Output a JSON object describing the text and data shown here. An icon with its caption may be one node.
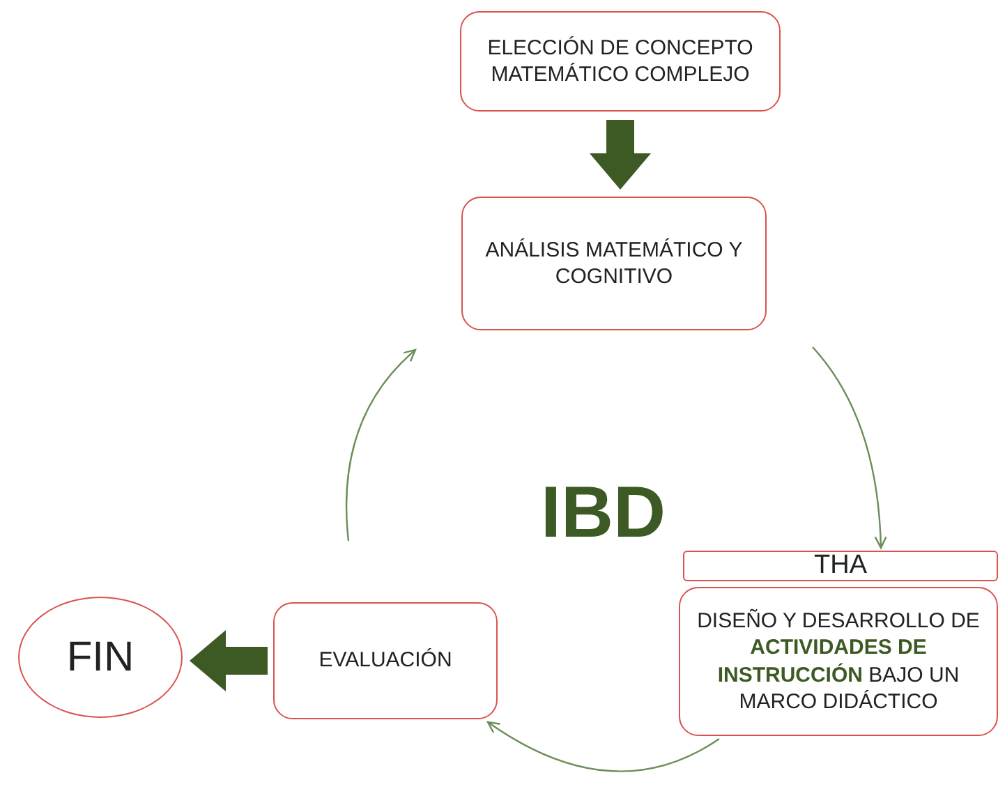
{
  "diagram": {
    "nodes": [
      {
        "text": [
          "ELECCIÓN DE CONCEPTO MATEMÁTICO COMPLEJO"
        ]
      },
      {
        "text": [
          "ANÁLISIS MATEMÁTICO Y COGNITIVO"
        ]
      },
      {
        "text": [
          "THA"
        ]
      },
      {
        "text": [
          "DISEÑO Y DESARROLLO DE **ACTIVIDADES DE INSTRUCCIÓN** BAJO UN MARCO DIDÁCTICO"
        ]
      },
      {
        "text": [
          "EVALUACIÓN"
        ]
      },
      {
        "text": [
          "FIN"
        ]
      }
    ],
    "edges": [
      {
        "from": 0,
        "to": 1,
        "arrow": "to",
        "style": "thick",
        "color": "#3d5a24"
      },
      {
        "from": 1,
        "to": 2,
        "arrow": "to"
      },
      {
        "from": 3,
        "to": 4,
        "arrow": "to"
      },
      {
        "from": 4,
        "to": 1,
        "arrow": "to"
      },
      {
        "from": 4,
        "to": 5,
        "arrow": "to",
        "style": "thick",
        "color": "#3d5a24"
      }
    ],
    "labels": [
      "IBD"
    ]
  }
}
